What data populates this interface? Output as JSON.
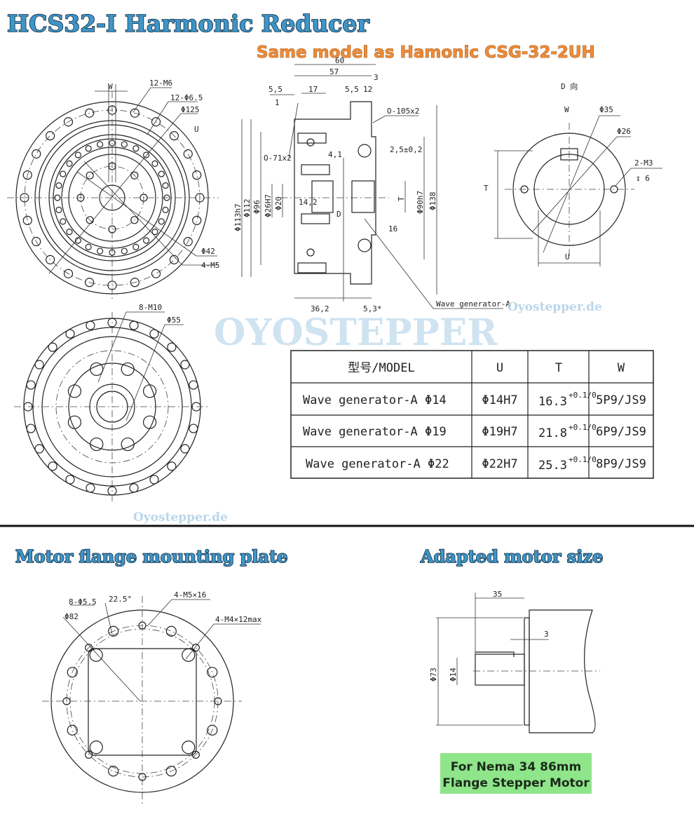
{
  "header": {
    "title": "HCS32-I Harmonic Reducer",
    "subtitle": "Same model as Hamonic CSG-32-2UH"
  },
  "watermarks": {
    "brand_big": "OYOSTEPPER",
    "site_1": "Oyostepper.de",
    "site_2": "Oyostepper.de"
  },
  "front_view": {
    "labels": {
      "w": "W",
      "m6": "12-M6",
      "d65": "12-Φ6.5",
      "d125": "Φ125",
      "u": "U",
      "d42": "Φ42",
      "m5": "4-M5"
    }
  },
  "rear_view": {
    "labels": {
      "m10": "8-M10",
      "d55": "Φ55"
    }
  },
  "section_view": {
    "labels": {
      "d60": "60",
      "d57": "57",
      "d3": "3",
      "d55a": "5,5",
      "d17": "17",
      "d55b": "5,5",
      "d12": "12",
      "d1": "1",
      "o105": "O-105x2",
      "o71": "O-71x2",
      "d41": "4,1",
      "d25": "2,5±0,2",
      "d113": "Φ113h7",
      "d112": "Φ112",
      "d96": "Φ96",
      "d26": "Φ26H7",
      "d20": "Φ20",
      "d142": "14,2",
      "t": "T",
      "d90": "Φ90h7",
      "d138": "Φ138",
      "dD": "D",
      "d16": "16",
      "d362": "36,2",
      "d53": "5,3*",
      "wave": "Wave generator-A"
    }
  },
  "d_view": {
    "labels": {
      "title": "D 向",
      "w": "W",
      "d35": "Φ35",
      "d26": "Φ26",
      "m3": "2-M3",
      "depth": "↧ 6",
      "t": "T",
      "u": "U"
    }
  },
  "table": {
    "headers": [
      "型号/MODEL",
      "U",
      "T",
      "W"
    ],
    "rows": [
      [
        "Wave generator-A Φ14",
        "Φ14H7",
        "16.3",
        "5P9/JS9"
      ],
      [
        "Wave generator-A Φ19",
        "Φ19H7",
        "21.8",
        "6P9/JS9"
      ],
      [
        "Wave generator-A Φ22",
        "Φ22H7",
        "25.3",
        "8P9/JS9"
      ]
    ],
    "tolerance": "+0.1/0"
  },
  "flange_plate": {
    "heading": "Motor flange mounting plate",
    "labels": {
      "holes": "8-Φ5.5",
      "angle": "22.5°",
      "m5": "4-M5×16",
      "d82": "Φ82",
      "m4": "4-M4×12max"
    }
  },
  "motor": {
    "heading": "Adapted motor size",
    "labels": {
      "d35": "35",
      "d3": "3",
      "d73": "Φ73",
      "d14": "Φ14"
    },
    "note_line1": "For Nema 34 86mm",
    "note_line2": "Flange Stepper Motor",
    "note_color": "#8fe58a"
  }
}
